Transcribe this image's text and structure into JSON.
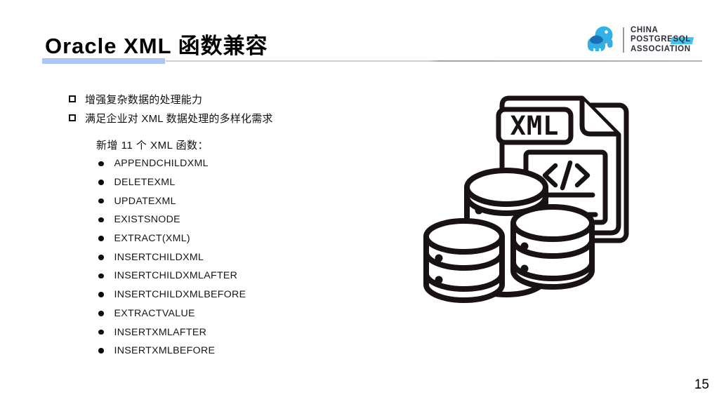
{
  "slide": {
    "title": "Oracle XML 函数兼容",
    "page_number": "15",
    "checkbox_bullets": [
      "增强复杂数据的处理能力",
      "满足企业对 XML 数据处理的多样化需求"
    ],
    "intro": "新增 11 个 XML 函数：",
    "functions": [
      "APPENDCHILDXML",
      "DELETEXML",
      "UPDATEXML",
      "EXISTSNODE",
      "EXTRACT(XML)",
      "INSERTCHILDXML",
      "INSERTCHILDXMLAFTER",
      "INSERTCHILDXMLBEFORE",
      "EXTRACTVALUE",
      "INSERTXMLAFTER",
      "INSERTXMLBEFORE"
    ]
  },
  "logo": {
    "line1": "CHINA",
    "line2_prefix": "POSTGRE",
    "line2_highlight": "SQL",
    "line3": "ASSOCIATION"
  },
  "illustration": {
    "name": "xml-file-and-databases",
    "file_label": "XML",
    "code_glyph": "</>"
  },
  "icons": {
    "logo_mark": "elephant-icon",
    "bullet_marker": "checkbox-square-icon",
    "list_marker": "bullet-dot-icon"
  },
  "colors": {
    "accent_bar": "#aec4f6",
    "rule_gray": "#c4c4c4",
    "ink": "#181212",
    "logo_navy": "#2b2f3a",
    "logo_blue": "#33b1e6",
    "logo_dark_blue": "#1b6fb5",
    "logo_cyan": "#3cc6ef"
  }
}
